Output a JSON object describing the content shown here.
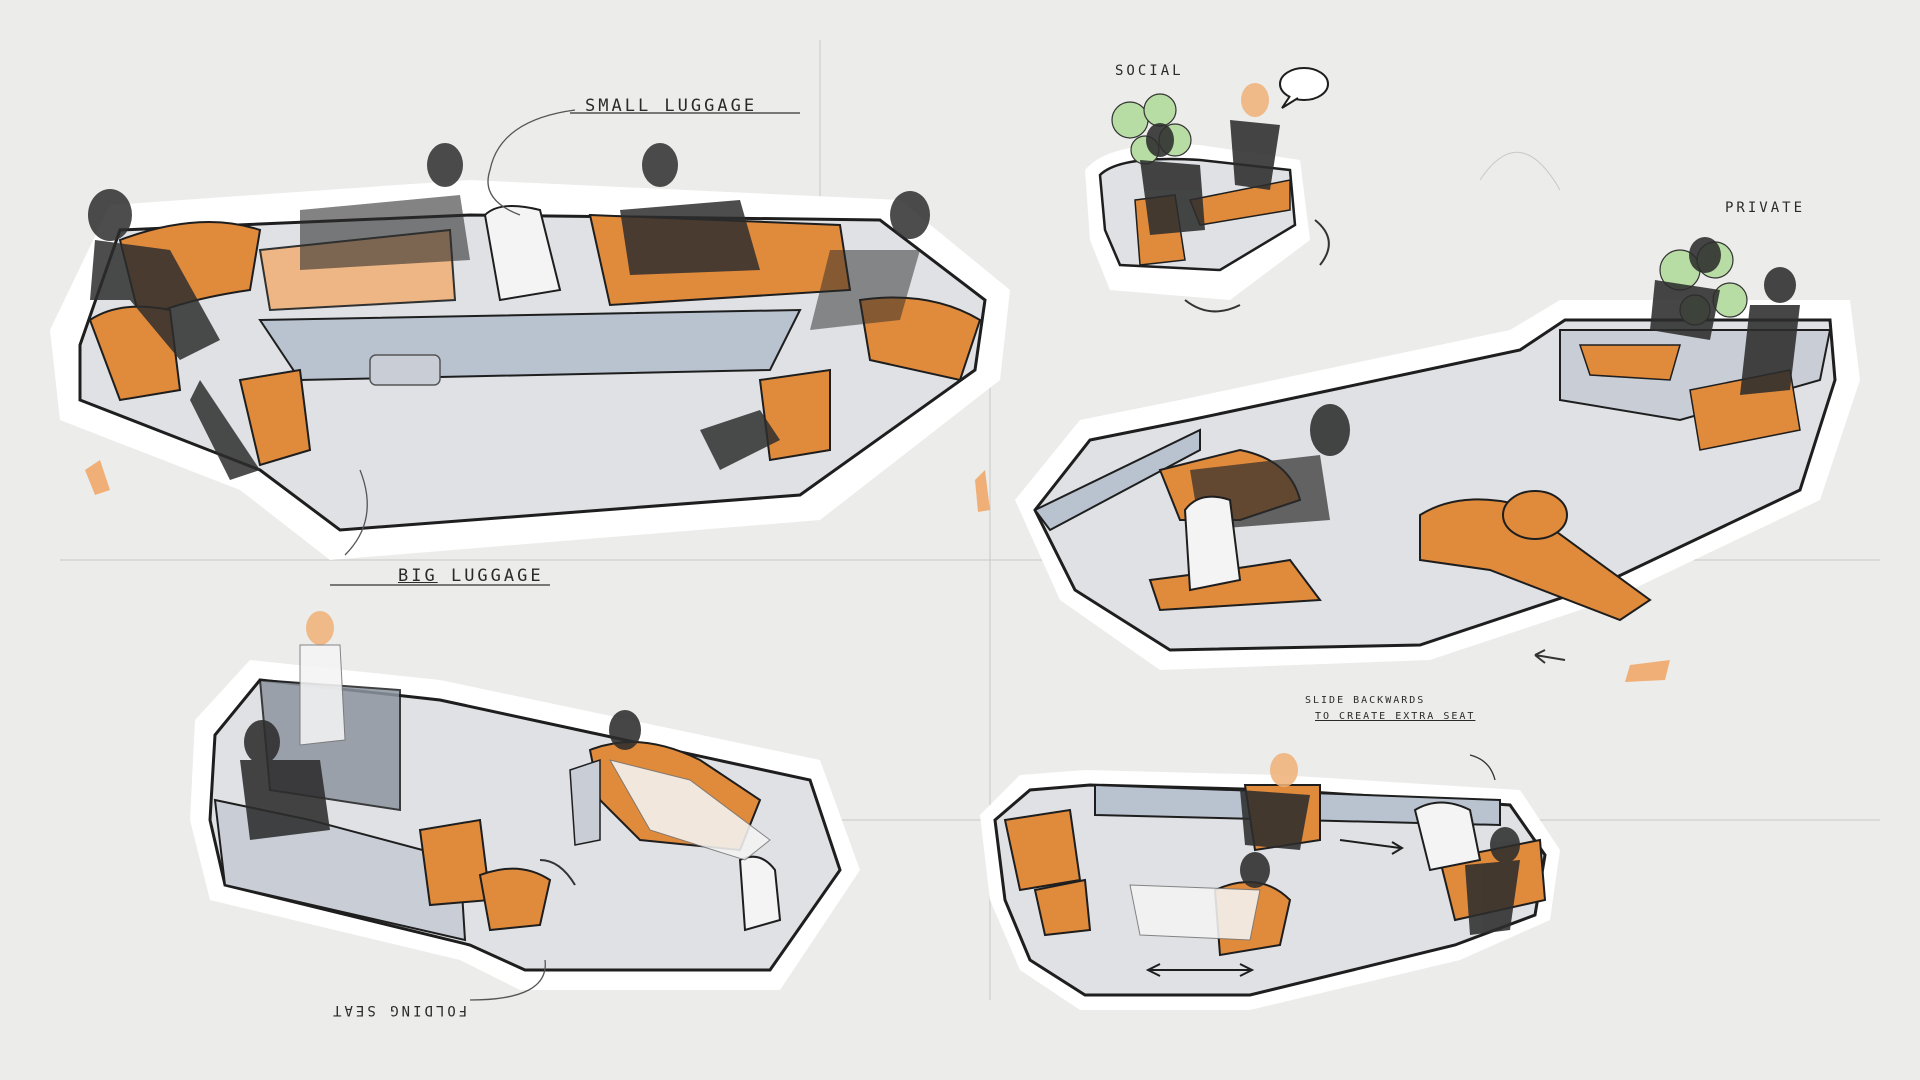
{
  "annotations": {
    "small_luggage": "SMALL LUGGAGE",
    "big_luggage_prefix": "BIG",
    "big_luggage_suffix": " LUGGAGE",
    "social": "SOCIAL",
    "private": "PRIVATE",
    "folding_seat": "FOLDING SEAT",
    "slide_line1": "SLIDE BACKWARDS",
    "slide_line2": "TO CREATE EXTRA SEAT"
  },
  "colors": {
    "background": "#ececea",
    "seat_orange": "#e08a3c",
    "seat_orange_light": "#f0b27a",
    "floor_grey": "#d9dbe0",
    "cabin_blue_grey": "#b9c2cf",
    "outline": "#1e1e1e",
    "figure_dark": "#2d2d2d",
    "plant_green": "#b7dca4"
  },
  "sketches": [
    {
      "name": "lounge-layout-top-left"
    },
    {
      "name": "social-pod-top-right"
    },
    {
      "name": "private-layout-right"
    },
    {
      "name": "folding-seat-layout-bottom-left"
    },
    {
      "name": "sliding-seat-layout-bottom-right"
    }
  ]
}
